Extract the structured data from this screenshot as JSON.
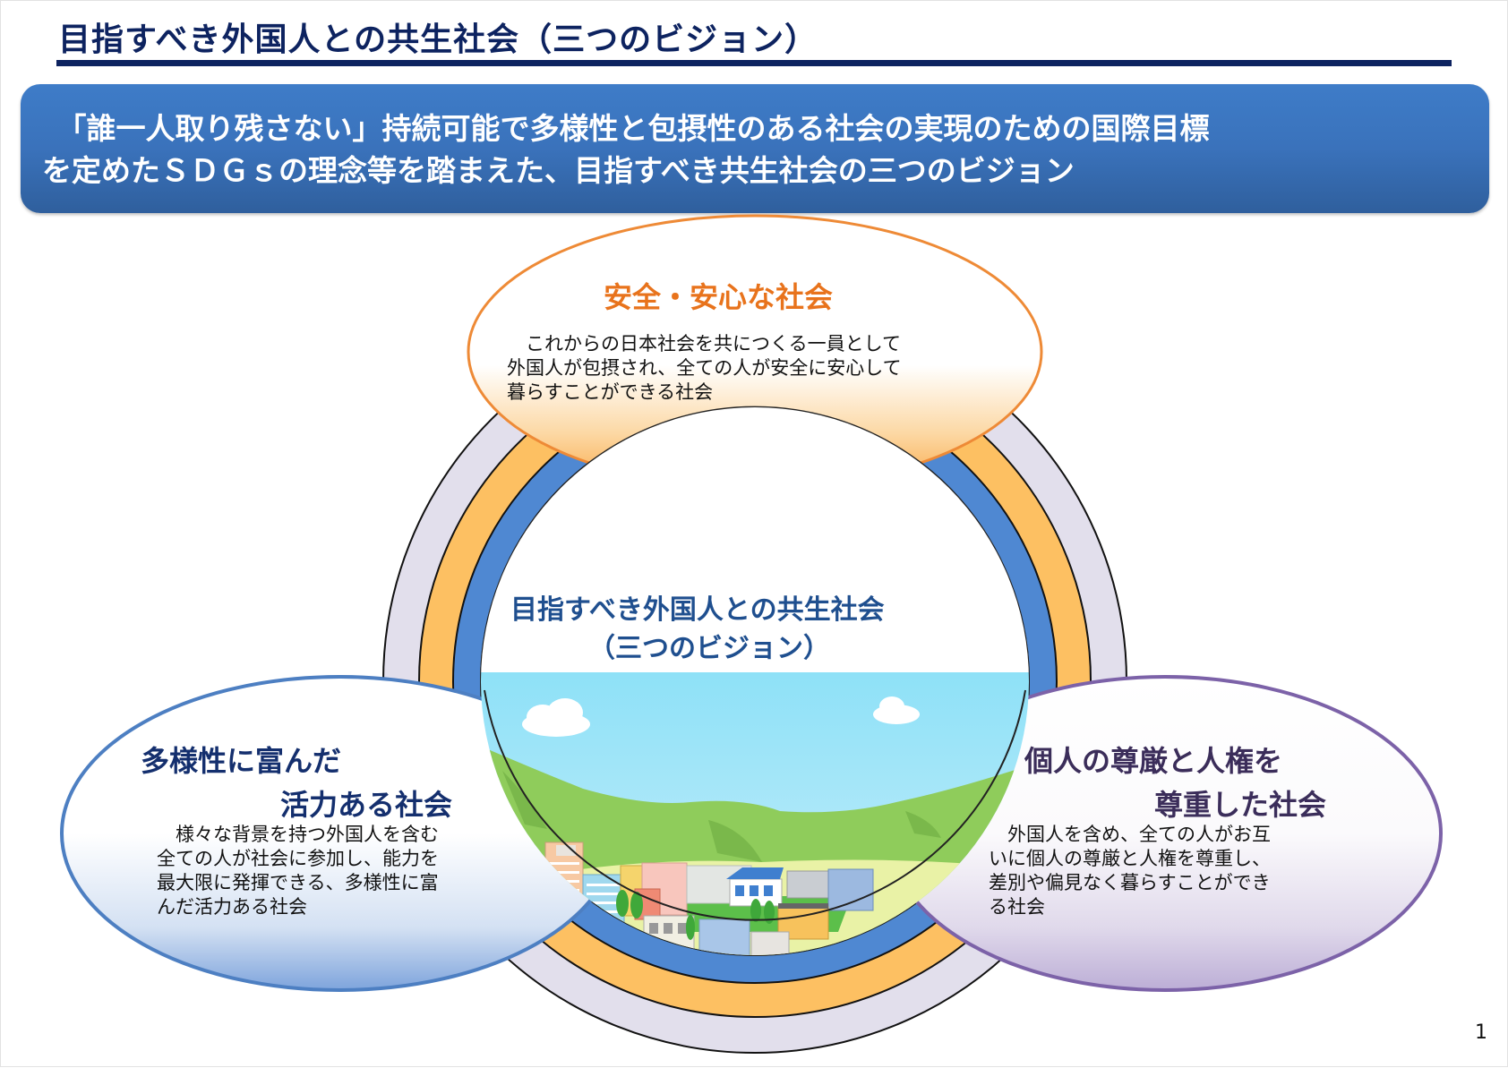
{
  "page": {
    "title": "目指すべき外国人との共生社会（三つのビジョン）",
    "page_number": "1"
  },
  "banner": {
    "line1": "　「誰一人取り残さない」持続可能で多様性と包摂性のある社会の実現のための国際目標",
    "line2": "を定めたＳＤＧｓの理念等を踏まえた、目指すべき共生社会の三つのビジョン"
  },
  "center": {
    "line1": "目指すべき外国人との共生社会",
    "line2": "（三つのビジョン）",
    "illustration": "city-landscape"
  },
  "visions": [
    {
      "title_line1": "安全・安心な社会",
      "body_lines": [
        "　これからの日本社会を共につくる一員として",
        "外国人が包摂され、全ての人が安全に安心して",
        "暮らすことができる社会"
      ],
      "color": "#e8731c"
    },
    {
      "title_line1": "多様性に富んだ",
      "title_line2": "活力ある社会",
      "body_lines": [
        "　様々な背景を持つ外国人を含む",
        "全ての人が社会に参加し、能力を",
        "最大限に発揮できる、多様性に富",
        "んだ活力ある社会"
      ],
      "color": "#142f6e"
    },
    {
      "title_line1": "個人の尊厳と人権を",
      "title_line2": "尊重した社会",
      "body_lines": [
        "　外国人を含め、全ての人がお互",
        "いに個人の尊厳と人権を尊重し、",
        "差別や偏見なく暮らすことができ",
        "る社会"
      ],
      "color": "#3b2d5a"
    }
  ],
  "colors": {
    "title_navy": "#0d2360",
    "banner_blue": "#3a72bb",
    "ring_outer": "#e2dfec",
    "ring_middle": "#fdc062",
    "ring_inner": "#4f88d2",
    "top_border": "#ee8a36",
    "left_border": "#4d7fc2",
    "right_border": "#7c62a8",
    "center_text": "#1f4f8f"
  }
}
